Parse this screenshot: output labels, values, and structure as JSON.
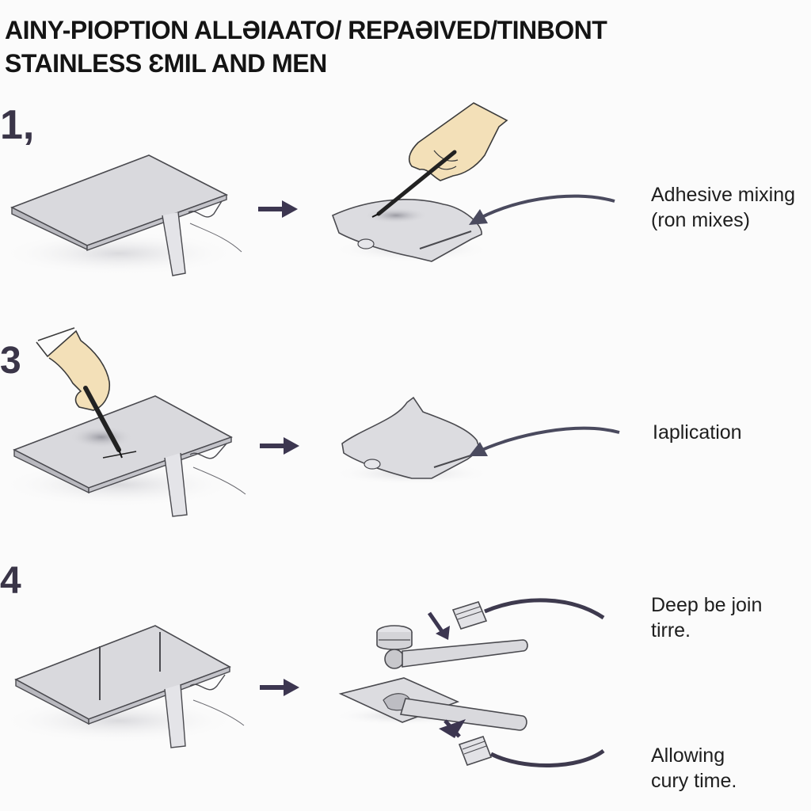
{
  "title": {
    "line1": "AINY-PIOPTION ALLƏIAATO/ REPAƏIVED/TINBONT",
    "line2": "STAINLESS ƐMIL AND MEN"
  },
  "steps": [
    {
      "number": "1,",
      "caption_lines": [
        "Adhesive mixing",
        "(ron mixes)"
      ]
    },
    {
      "number": "3",
      "caption_lines": [
        "Iaplication"
      ]
    },
    {
      "number": "4",
      "caption_lines": [
        "Deep be join",
        "tirre.",
        "Allowing",
        "cury time."
      ]
    }
  ],
  "colors": {
    "panel_fill": "#d9d9dd",
    "outline": "#4a4a4f",
    "arrow": "#3c3650",
    "skin": "#f3e0b8",
    "background": "#fbfbfb"
  }
}
